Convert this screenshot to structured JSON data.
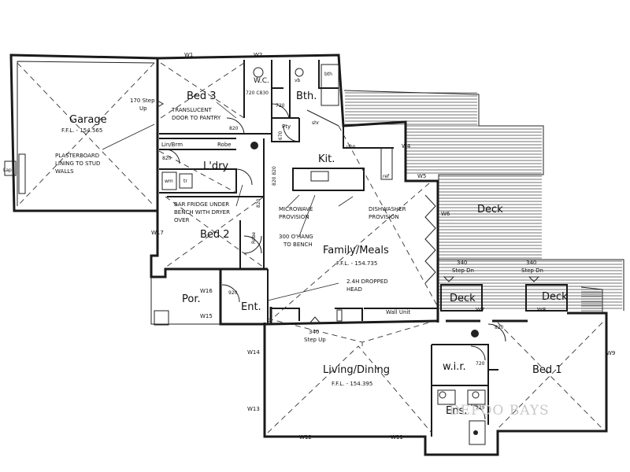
{
  "rooms": {
    "garage": "Garage",
    "garage_ffl": "F.F.L. - 154.565",
    "bed3": "Bed 3",
    "wc": "W.C.",
    "bath": "Bth.",
    "kitchen": "Kit.",
    "laundry": "L'dry",
    "bed2": "Bed 2",
    "deck_main": "Deck",
    "family_meals": "Family/Meals",
    "family_ffl": "F.F.L. - 154.735",
    "porch": "Por.",
    "entry": "Ent.",
    "deck_left": "Deck",
    "deck_right": "Deck",
    "living_dining": "Living/Dining",
    "living_ffl": "F.F.L. - 154.395",
    "wir": "w.i.r.",
    "bed1": "Bed 1",
    "ensuite": "Ens."
  },
  "notes": {
    "step_up_170a": "170 Step",
    "step_up_170b": "Up",
    "translucent_a": "TRANSLUCENT",
    "translucent_b": "DOOR TO PANTRY",
    "plasterboard_a": "PLASTERBOARD",
    "plasterboard_b": "LINING TO STUD",
    "plasterboard_c": "WALLS",
    "bar_fridge_a": "BAR FRIDGE UNDER",
    "bar_fridge_b": "BENCH WITH DRYER",
    "bar_fridge_c": "OVER",
    "microwave_a": "MICROWAVE",
    "microwave_b": "PROVISION",
    "dishwasher_a": "DISHWASHER",
    "dishwasher_b": "PROVISION",
    "hang_a": "300 O'HANG",
    "hang_b": "TO BENCH",
    "dropped_a": "2.4H DROPPED",
    "dropped_b": "HEAD",
    "wall_unit": "Wall Unit",
    "step_up_340": "340",
    "step_up_340b": "Step Up",
    "step_dn_left_a": "340",
    "step_dn_left_b": "Step Dn",
    "step_dn_right_a": "340",
    "step_dn_right_b": "Step Dn"
  },
  "fixtures": {
    "lin_brm": "Lin/Brm",
    "robe": "Robe",
    "robe_bed2": "Robe",
    "pty": "Pty",
    "shr": "shr",
    "ubo": "ubo",
    "ref": "ref",
    "wm": "wm",
    "tr": "tr",
    "vb": "vb",
    "bth_tub": "bth",
    "lap": "Lap"
  },
  "doors": {
    "d720_830": "720 C830",
    "d720_bth": "720",
    "d820_bed3": "820",
    "d670": "670",
    "d820_l": "820",
    "d820_kit": "820 820",
    "d820_bed2": "820",
    "d920": "920",
    "d820_bed1": "820",
    "d720_wir": "720",
    "d720_ens": "720"
  },
  "windows": {
    "w1": "W1",
    "w2": "W2",
    "w4": "W4",
    "w5": "W5",
    "w6": "W6",
    "w7": "W7",
    "w8": "W8",
    "w9": "W9",
    "w11": "W11",
    "w12": "W12",
    "w13": "W13",
    "w14": "W14",
    "w15": "W15",
    "w16": "W16",
    "w17": "W17"
  },
  "watermark": "DEPOO BAYS"
}
